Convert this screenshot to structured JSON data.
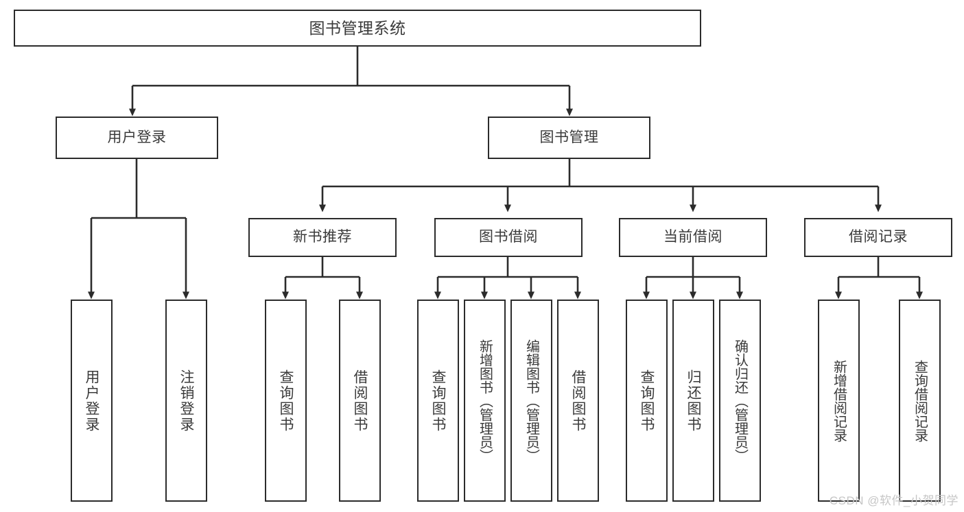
{
  "diagram": {
    "title": "图书管理系统",
    "type": "hierarchy-tree",
    "colors": {
      "stroke": "#2b2b2b",
      "text": "#3a3a3a",
      "background": "#ffffff",
      "watermark": "#c6c6c6"
    },
    "root": {
      "label": "图书管理系统"
    },
    "level2": [
      {
        "label": "用户登录"
      },
      {
        "label": "图书管理"
      }
    ],
    "level3": [
      {
        "label": "新书推荐"
      },
      {
        "label": "图书借阅"
      },
      {
        "label": "当前借阅"
      },
      {
        "label": "借阅记录"
      }
    ],
    "leaves": {
      "user_login": [
        {
          "label": "用户登录"
        },
        {
          "label": "注销登录"
        }
      ],
      "new_book_recommend": [
        {
          "label": "查询图书"
        },
        {
          "label": "借阅图书"
        }
      ],
      "book_borrow": [
        {
          "label": "查询图书"
        },
        {
          "label": "新增图书（管理员）"
        },
        {
          "label": "编辑图书（管理员）"
        },
        {
          "label": "借阅图书"
        }
      ],
      "current_borrow": [
        {
          "label": "查询图书"
        },
        {
          "label": "归还图书"
        },
        {
          "label": "确认归还（管理员）"
        }
      ],
      "borrow_record": [
        {
          "label": "新增借阅记录"
        },
        {
          "label": "查询借阅记录"
        }
      ]
    }
  },
  "watermark": {
    "text": "CSDN @软件_小贺同学"
  }
}
